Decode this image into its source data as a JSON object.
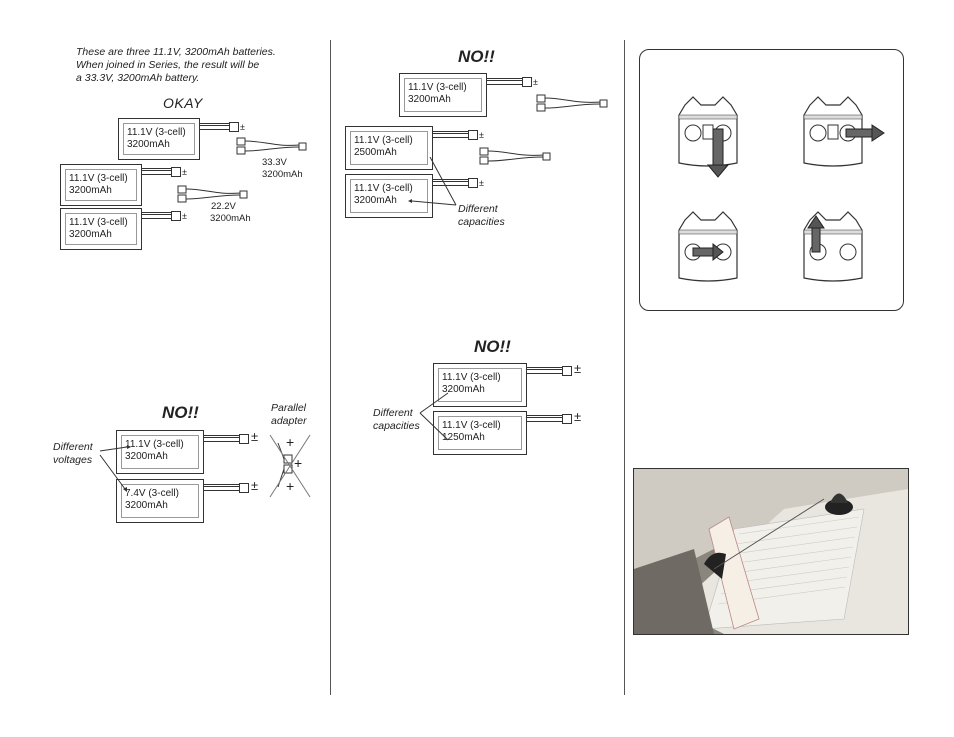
{
  "intro": {
    "line1": "These are three 11.1V, 3200mAh batteries.",
    "line2": "When joined in Series, the result will be",
    "line3": "a 33.3V, 3200mAh battery."
  },
  "okay_heading": "OKAY",
  "no_heading": "NO!!",
  "okay_section": {
    "batteries": [
      {
        "voltage": "11.1V (3-cell)",
        "capacity": "3200mAh"
      },
      {
        "voltage": "11.1V (3-cell)",
        "capacity": "3200mAh"
      },
      {
        "voltage": "11.1V (3-cell)",
        "capacity": "3200mAh"
      }
    ],
    "result_top": {
      "voltage": "33.3V",
      "capacity": "3200mAh"
    },
    "result_mid": {
      "voltage": "22.2V",
      "capacity": "3200mAh"
    }
  },
  "voltages_section": {
    "batteries": [
      {
        "voltage": "11.1V (3-cell)",
        "capacity": "3200mAh"
      },
      {
        "voltage": "7.4V (3-cell)",
        "capacity": "3200mAh"
      }
    ],
    "callout": [
      "Different",
      "voltages"
    ],
    "adapter_label": [
      "Parallel",
      "adapter"
    ]
  },
  "capacities_section_1": {
    "batteries": [
      {
        "voltage": "11.1V (3-cell)",
        "capacity": "3200mAh"
      },
      {
        "voltage": "11.1V (3-cell)",
        "capacity": "2500mAh"
      },
      {
        "voltage": "11.1V (3-cell)",
        "capacity": "3200mAh"
      }
    ],
    "callout": [
      "Different",
      "capacities"
    ]
  },
  "capacities_section_2": {
    "batteries": [
      {
        "voltage": "11.1V (3-cell)",
        "capacity": "3200mAh"
      },
      {
        "voltage": "11.1V (3-cell)",
        "capacity": "1250mAh"
      }
    ],
    "callout": [
      "Different",
      "capacities"
    ]
  },
  "symbols": {
    "plus": "+",
    "minus": "-",
    "plus_minus": "±"
  },
  "transmitter_panel": {
    "items": [
      {
        "arrow": "down",
        "stick": "right"
      },
      {
        "arrow": "right",
        "stick": "right"
      },
      {
        "arrow": "right",
        "stick": "left"
      },
      {
        "arrow": "up",
        "stick": "left"
      }
    ]
  },
  "colors": {
    "ink": "#222222",
    "photo_bg": "#7a7670",
    "wing": "#e9e6df"
  }
}
